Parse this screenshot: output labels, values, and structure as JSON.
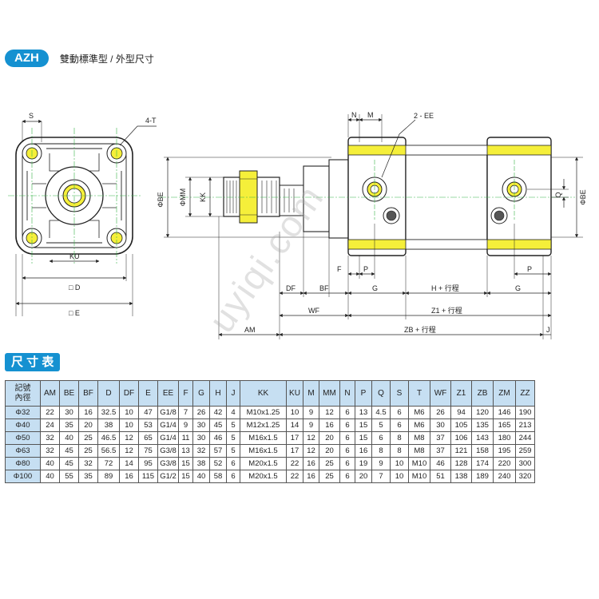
{
  "header": {
    "series_badge": "AZH",
    "title": "雙動標準型 / 外型尺寸"
  },
  "drawing": {
    "labels": {
      "S": "S",
      "T": "4-T",
      "KU": "KU",
      "D": "□ D",
      "E": "□ E",
      "N": "N",
      "M": "M",
      "EE": "2 - EE",
      "BE_left": "ΦBE",
      "MM": "ΦMM",
      "KK": "KK",
      "Q": "Q",
      "BE_right": "ΦBE",
      "DF": "DF",
      "BF": "BF",
      "F": "F",
      "P_left": "P",
      "G_left": "G",
      "H": "H + 行程",
      "P_right": "P",
      "G_right": "G",
      "WF": "WF",
      "Z1": "Z1 + 行程",
      "AM": "AM",
      "ZB": "ZB + 行程",
      "J": "J"
    },
    "watermark": "uyiqi.com",
    "colors": {
      "accent": "#1591d1",
      "highlight": "#f5ef3a",
      "centerline": "#39b54a"
    }
  },
  "table": {
    "badge": "尺 寸 表",
    "corner_top": "記號",
    "corner_bottom": "內徑",
    "columns": [
      "AM",
      "BE",
      "BF",
      "D",
      "DF",
      "E",
      "EE",
      "F",
      "G",
      "H",
      "J",
      "KK",
      "KU",
      "M",
      "MM",
      "N",
      "P",
      "Q",
      "S",
      "T",
      "WF",
      "Z1",
      "ZB",
      "ZM",
      "ZZ"
    ],
    "rows": [
      {
        "bore": "Φ32",
        "values": [
          "22",
          "30",
          "16",
          "32.5",
          "10",
          "47",
          "G1/8",
          "7",
          "26",
          "42",
          "4",
          "M10x1.25",
          "10",
          "9",
          "12",
          "6",
          "13",
          "4.5",
          "6",
          "M6",
          "26",
          "94",
          "120",
          "146",
          "190"
        ]
      },
      {
        "bore": "Φ40",
        "values": [
          "24",
          "35",
          "20",
          "38",
          "10",
          "53",
          "G1/4",
          "9",
          "30",
          "45",
          "5",
          "M12x1.25",
          "14",
          "9",
          "16",
          "6",
          "15",
          "5",
          "6",
          "M6",
          "30",
          "105",
          "135",
          "165",
          "213"
        ]
      },
      {
        "bore": "Φ50",
        "values": [
          "32",
          "40",
          "25",
          "46.5",
          "12",
          "65",
          "G1/4",
          "11",
          "30",
          "46",
          "5",
          "M16x1.5",
          "17",
          "12",
          "20",
          "6",
          "15",
          "6",
          "8",
          "M8",
          "37",
          "106",
          "143",
          "180",
          "244"
        ]
      },
      {
        "bore": "Φ63",
        "values": [
          "32",
          "45",
          "25",
          "56.5",
          "12",
          "75",
          "G3/8",
          "13",
          "32",
          "57",
          "5",
          "M16x1.5",
          "17",
          "12",
          "20",
          "6",
          "16",
          "8",
          "8",
          "M8",
          "37",
          "121",
          "158",
          "195",
          "259"
        ]
      },
      {
        "bore": "Φ80",
        "values": [
          "40",
          "45",
          "32",
          "72",
          "14",
          "95",
          "G3/8",
          "15",
          "38",
          "52",
          "6",
          "M20x1.5",
          "22",
          "16",
          "25",
          "6",
          "19",
          "9",
          "10",
          "M10",
          "46",
          "128",
          "174",
          "220",
          "300"
        ]
      },
      {
        "bore": "Φ100",
        "values": [
          "40",
          "55",
          "35",
          "89",
          "16",
          "115",
          "G1/2",
          "15",
          "40",
          "58",
          "6",
          "M20x1.5",
          "22",
          "16",
          "25",
          "6",
          "20",
          "7",
          "10",
          "M10",
          "51",
          "138",
          "189",
          "240",
          "320"
        ]
      }
    ]
  }
}
